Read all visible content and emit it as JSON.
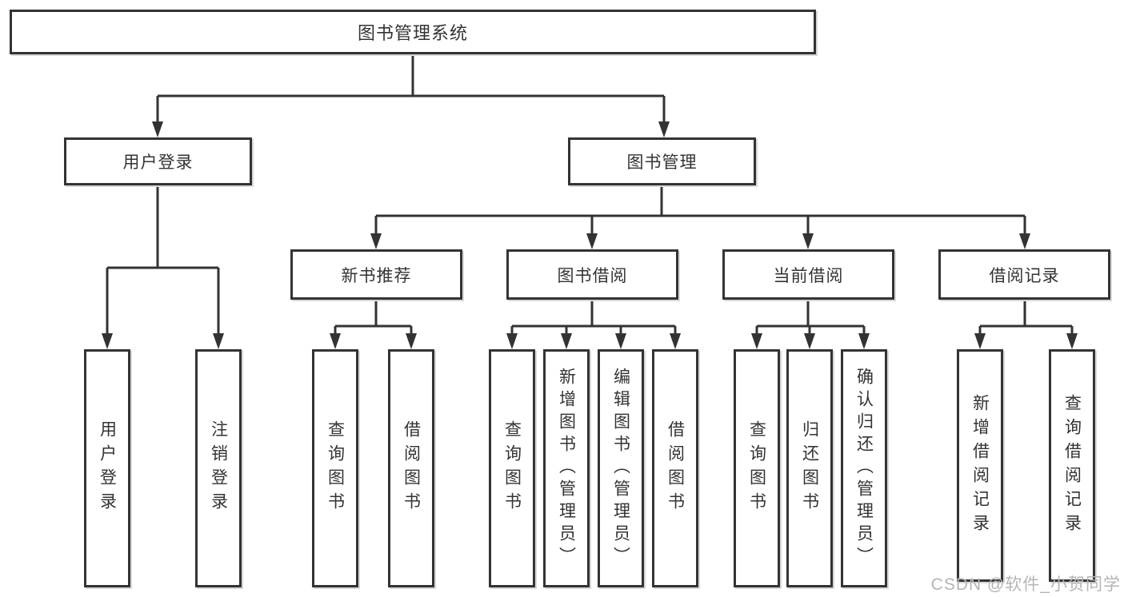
{
  "diagram_title": "图书管理系统",
  "tree": {
    "label": "图书管理系统",
    "children": [
      {
        "label": "用户登录",
        "children": [
          {
            "label": "用户登录"
          },
          {
            "label": "注销登录"
          }
        ]
      },
      {
        "label": "图书管理",
        "children": [
          {
            "label": "新书推荐",
            "children": [
              {
                "label": "查询图书"
              },
              {
                "label": "借阅图书"
              }
            ]
          },
          {
            "label": "图书借阅",
            "children": [
              {
                "label": "查询图书"
              },
              {
                "label": "新增图书（管理员）"
              },
              {
                "label": "编辑图书（管理员）"
              },
              {
                "label": "借阅图书"
              }
            ]
          },
          {
            "label": "当前借阅",
            "children": [
              {
                "label": "查询图书"
              },
              {
                "label": "归还图书"
              },
              {
                "label": "确认归还（管理员）"
              }
            ]
          },
          {
            "label": "借阅记录",
            "children": [
              {
                "label": "新增借阅记录"
              },
              {
                "label": "查询借阅记录"
              }
            ]
          }
        ]
      }
    ]
  },
  "watermark": "CSDN @软件_小贺同学",
  "colors": {
    "line": "#333333",
    "box_border": "#333333",
    "text": "#333333",
    "background": "#ffffff",
    "watermark": "#b5b5b5"
  }
}
